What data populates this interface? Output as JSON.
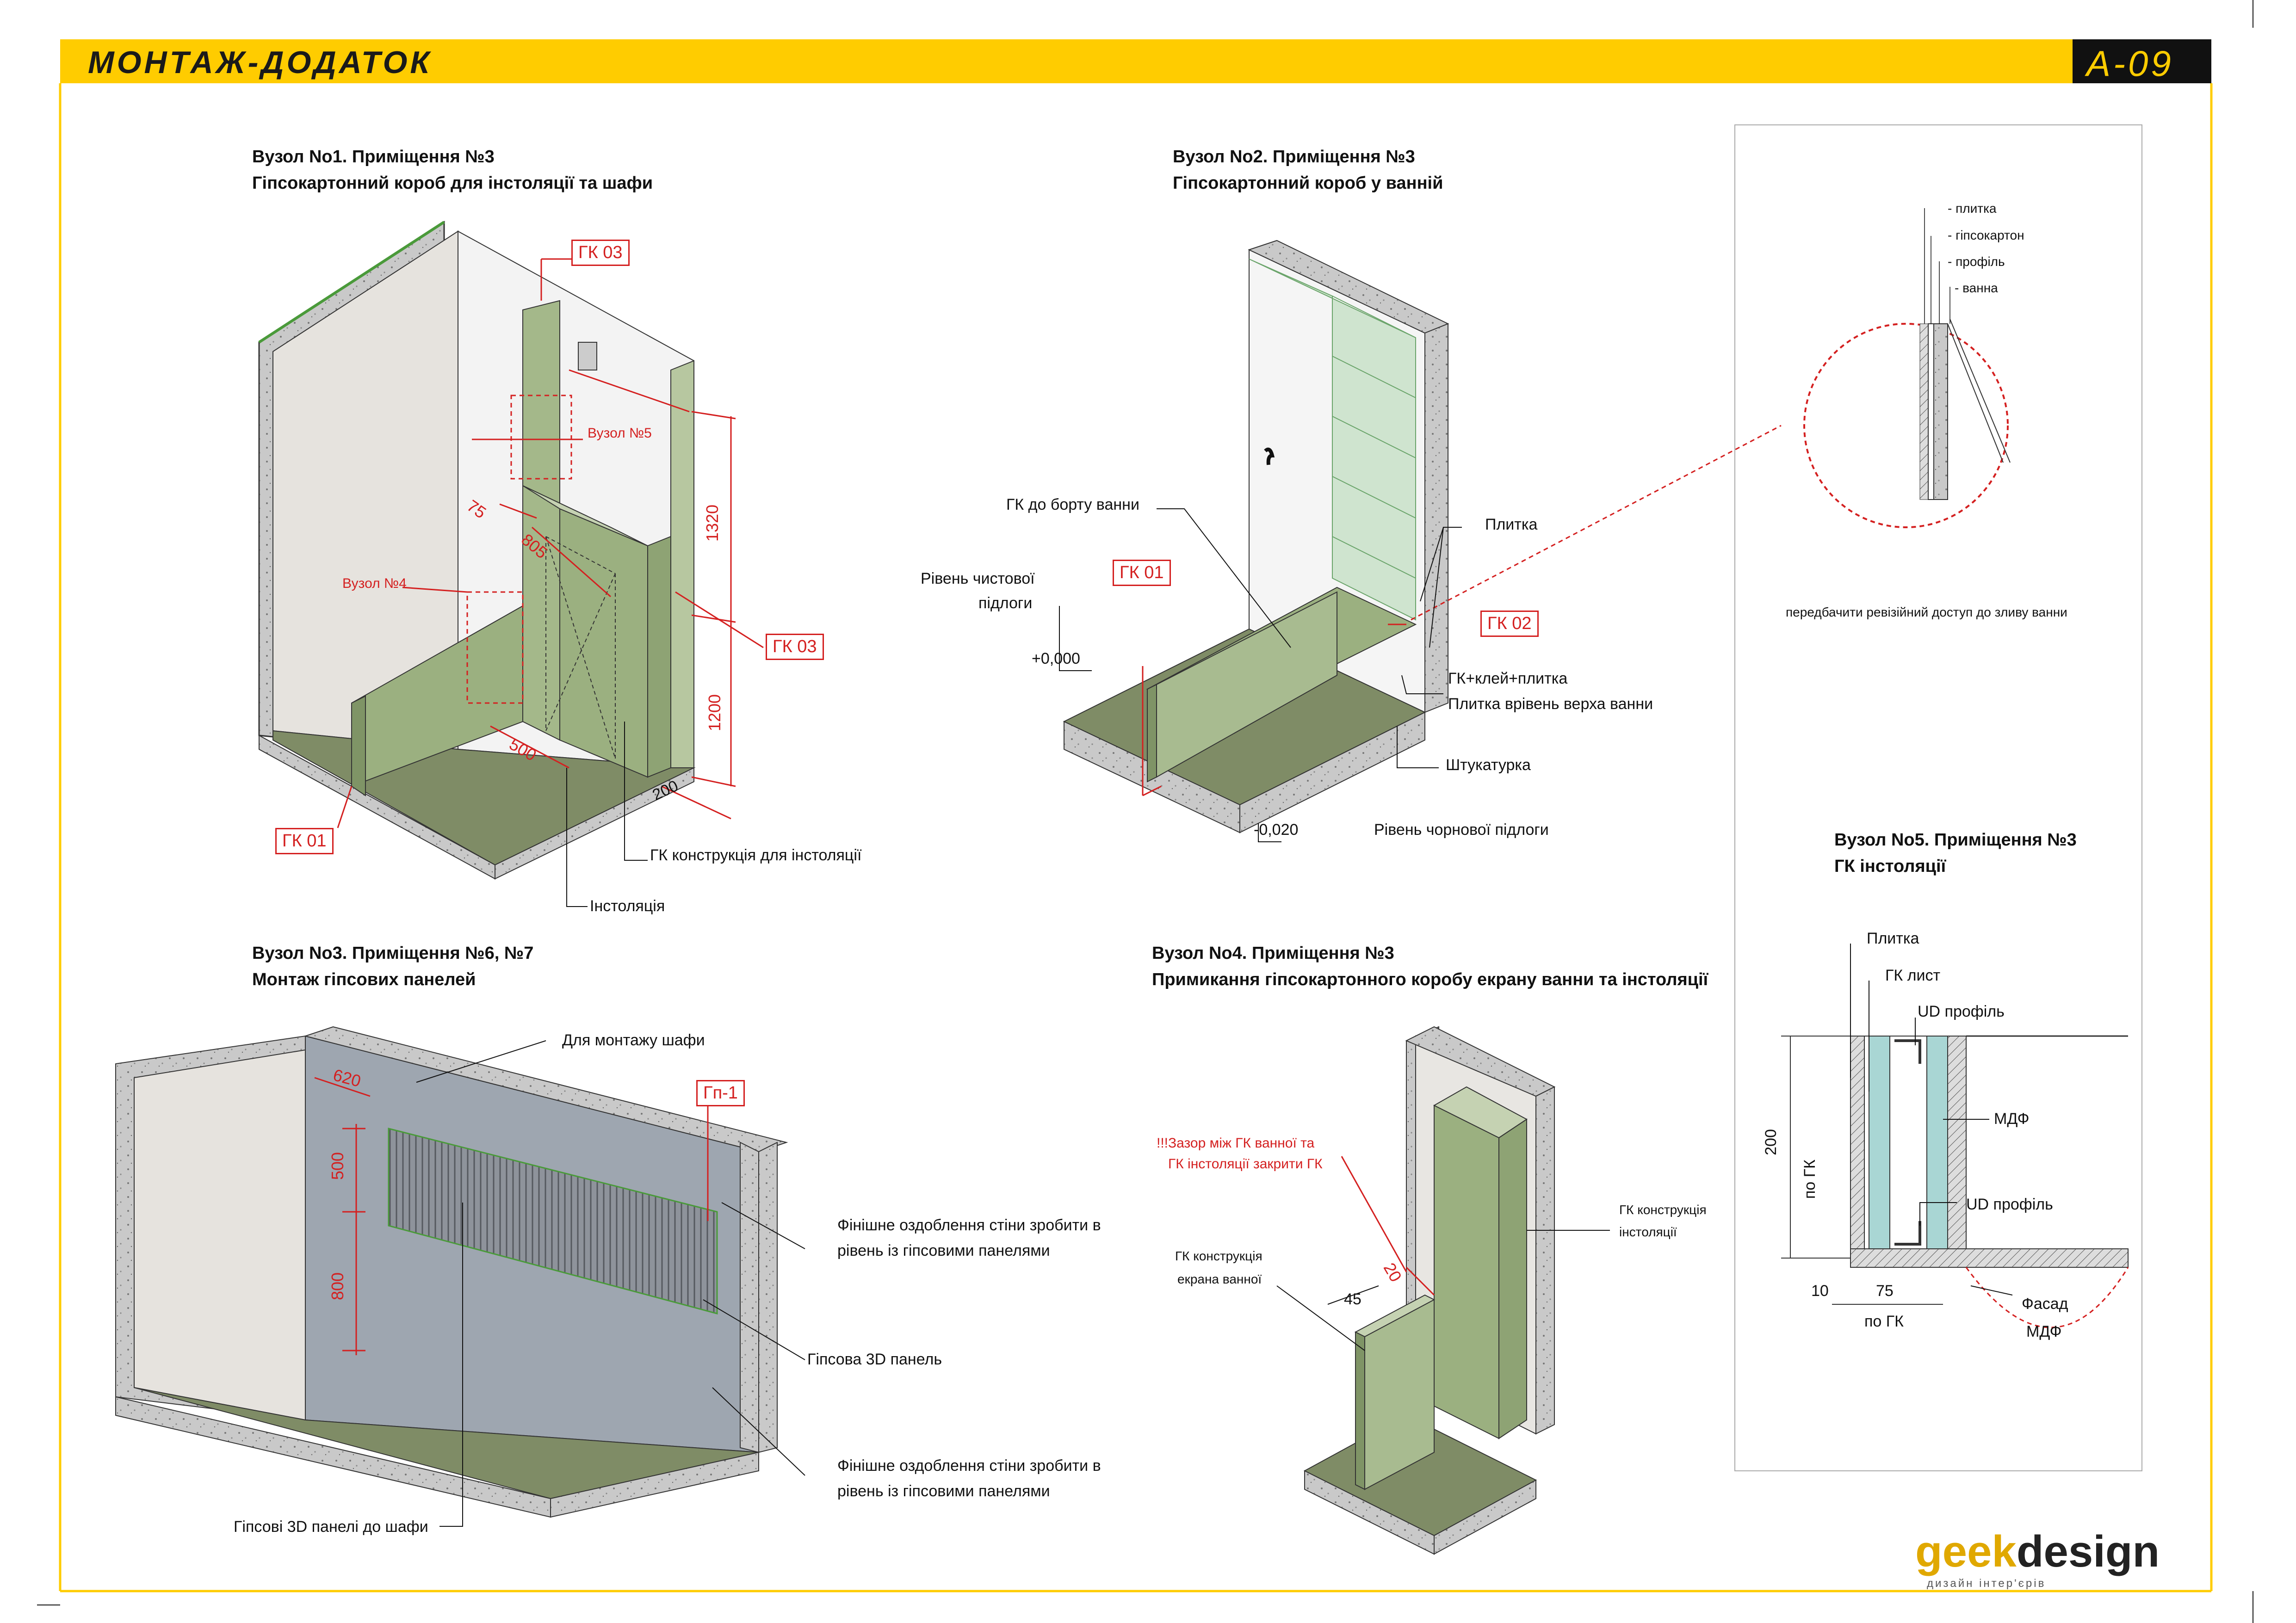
{
  "header": {
    "title": "МОНТАЖ-ДОДАТОК",
    "sheet": "А-09"
  },
  "node1": {
    "title": "Вузол No1. Приміщення №3",
    "subtitle": "Гіпсокартонний короб для інстоляції та шафи",
    "tags": {
      "gk03_top": "ГК 03",
      "gk03_right": "ГК 03",
      "gk01": "ГК 01"
    },
    "refs": {
      "node5": "Вузол №5",
      "node4": "Вузол №4"
    },
    "dims": {
      "d75": "75",
      "d805": "805",
      "d1320": "1320",
      "d1200": "1200",
      "d500": "500",
      "d200": "200"
    },
    "labels": {
      "gk_install": "ГК конструкція для інстоляції",
      "installation": "Інстоляція"
    }
  },
  "node2": {
    "title": "Вузол No2. Приміщення №3",
    "subtitle": "Гіпсокартонний короб у ванній",
    "tags": {
      "gk01": "ГК 01",
      "gk02": "ГК 02"
    },
    "labels": {
      "gk_bath_edge": "ГК до борту ванни",
      "finish_floor": "Рівень чистової",
      "finish_floor2": "підлоги",
      "level_plus": "+0,000",
      "tile": "Плитка",
      "gk_glue_tile": "ГК+клей+плитка",
      "tile_level": "Плитка врівень верха ванни",
      "plaster": "Штукатурка",
      "level_minus": "-0,020",
      "rough_floor": "Рівень чорнової підлоги"
    }
  },
  "detail": {
    "legend": [
      "- плитка",
      "- гіпсокартон",
      "- профіль",
      "- ванна"
    ],
    "note": "передбачити ревізійний доступ до зливу ванни"
  },
  "node3": {
    "title": "Вузол No3. Приміщення №6, №7",
    "subtitle": "Монтаж гіпсових панелей",
    "tag": "Гп-1",
    "dims": {
      "d620": "620",
      "d500": "500",
      "d800": "800"
    },
    "labels": {
      "wardrobe": "Для монтажу шафи",
      "finish1a": "Фінішне оздоблення стіни зробити в",
      "finish1b": "рівень із гіпсовими панелями",
      "panel3d": "Гіпсова 3D панель",
      "finish2a": "Фінішне оздоблення стіни зробити в",
      "finish2b": "рівень із гіпсовими панелями",
      "panels_wardrobe": "Гіпсові 3D панелі до шафи"
    }
  },
  "node4": {
    "title": "Вузол No4. Приміщення №3",
    "subtitle": "Примикання гіпсокартонного коробу екрану ванни та інстоляції",
    "gap_a": "!!!Зазор між ГК ванної та",
    "gap_b": "ГК інстоляції закрити ГК",
    "dims": {
      "d20": "20",
      "d45": "45"
    },
    "labels": {
      "screen_a": "ГК конструкція",
      "screen_b": "екрана ванної",
      "inst_a": "ГК конструкція",
      "inst_b": "інстоляції"
    }
  },
  "node5": {
    "title": "Вузол No5. Приміщення №3",
    "subtitle": "ГК інстоляції",
    "labels": {
      "tile": "Плитка",
      "gk_sheet": "ГК лист",
      "ud_top": "UD профіль",
      "mdf": "МДФ",
      "ud_bottom": "UD профіль",
      "facade_a": "Фасад",
      "facade_b": "МДФ",
      "d200": "200",
      "by_gk_v": "по ГК",
      "d10": "10",
      "d75": "75",
      "by_gk_h": "по ГК"
    }
  },
  "logo": {
    "a": "geek",
    "b": "design",
    "sub": "дизайн інтер'єрів"
  },
  "colors": {
    "accent": "#ffcc00",
    "red": "#d42020",
    "floor": "#7f8c66",
    "gk": "#aabf8f",
    "wall": "#e8e6e2",
    "panel": "#9ea3ab"
  }
}
